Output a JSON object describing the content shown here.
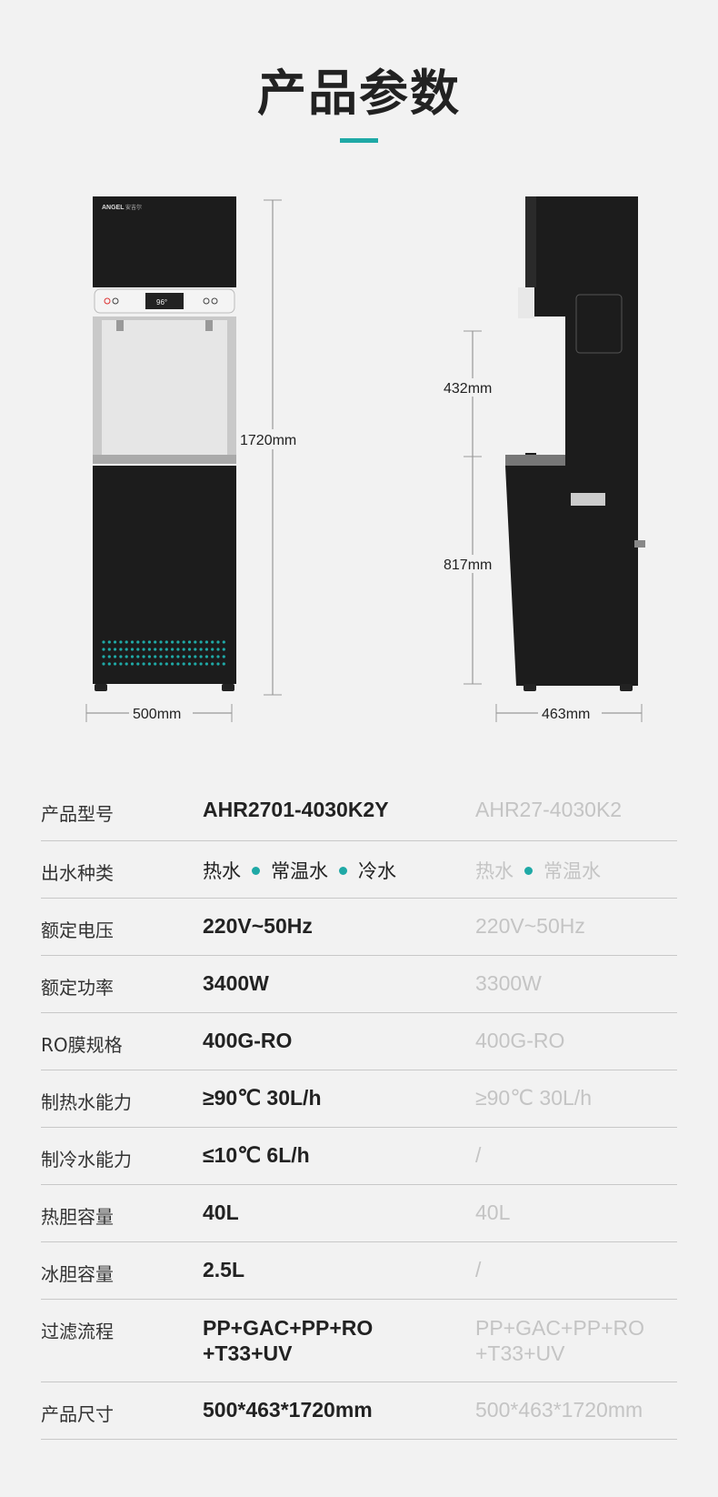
{
  "page": {
    "title": "产品参数",
    "accent_color": "#1fa9a6"
  },
  "diagram": {
    "brand_logo": "ANGEL",
    "brand_sub": "安吉尔",
    "display_temp": "96°",
    "height_label": "1720mm",
    "width_label": "500mm",
    "upper_height_label": "432mm",
    "lower_height_label": "817mm",
    "depth_label": "463mm"
  },
  "specs": [
    {
      "label": "产品型号",
      "v1": "AHR2701-4030K2Y",
      "v2": "AHR27-4030K2"
    },
    {
      "label": "出水种类",
      "v1_items": [
        "热水",
        "常温水",
        "冷水"
      ],
      "v2_items": [
        "热水",
        "常温水"
      ]
    },
    {
      "label": "额定电压",
      "v1": "220V~50Hz",
      "v2": "220V~50Hz"
    },
    {
      "label": "额定功率",
      "v1": "3400W",
      "v2": "3300W"
    },
    {
      "label": "RO膜规格",
      "v1": "400G-RO",
      "v2": "400G-RO"
    },
    {
      "label": "制热水能力",
      "v1": "≥90℃ 30L/h",
      "v2": "≥90℃ 30L/h"
    },
    {
      "label": "制冷水能力",
      "v1": "≤10℃ 6L/h",
      "v2": "/"
    },
    {
      "label": "热胆容量",
      "v1": "40L",
      "v2": "40L"
    },
    {
      "label": "冰胆容量",
      "v1": "2.5L",
      "v2": "/"
    },
    {
      "label": "过滤流程",
      "v1": "PP+GAC+PP+RO\n+T33+UV",
      "v2": "PP+GAC+PP+RO\n+T33+UV"
    },
    {
      "label": "产品尺寸",
      "v1": "500*463*1720mm",
      "v2": "500*463*1720mm"
    }
  ]
}
